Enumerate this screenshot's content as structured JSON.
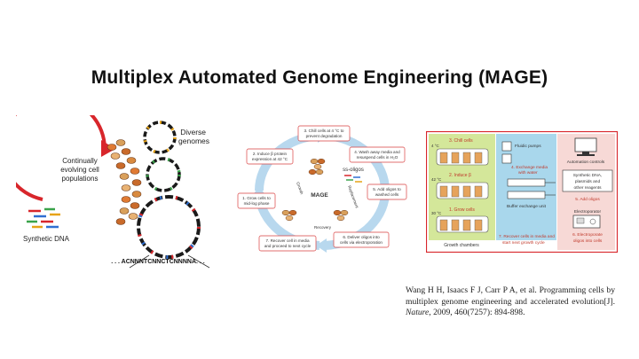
{
  "title": "Multiplex Automated Genome Engineering (MAGE)",
  "left": {
    "diverse_line1": "Diverse",
    "diverse_line2": "genomes",
    "pop_line1": "Continually",
    "pop_line2": "evolving cell",
    "pop_line3": "populations",
    "synthetic": "Synthetic DNA",
    "sequence": ". . . ACNNNTCNNCTCNNNNA. . ."
  },
  "mid": {
    "step1a": "1. Grow cells to",
    "step1b": "mid-log phase",
    "step2a": "2. Induce β protein",
    "step2b": "expression at 42 °C",
    "step3a": "3. Chill cells at 4 °C to",
    "step3b": "prevent degradation",
    "step4a": "4. Wash away media and",
    "step4b": "resuspend cells in H₂O",
    "step5a": "5. Add oligos to",
    "step5b": "washed cells",
    "step6a": "6. Deliver oligos into",
    "step6b": "cells via electroporation",
    "step7a": "7. Recover cell in media",
    "step7b": "and proceed to next cycle",
    "center": "MAGE",
    "ss_oligos": "ss-oligos",
    "growth": "Growth",
    "replacement": "Replacement",
    "recovery": "Recovery"
  },
  "right": {
    "chill": "3. Chill cells",
    "temp4": "4 °C",
    "induce": "2. Induce β",
    "temp42": "42 °C",
    "grow": "1. Grow cells",
    "temp30": "30 °C",
    "growth_chambers": "Growth chambers",
    "fluidic": "Fluidic pumps",
    "exchange_a": "4. Exchange media",
    "exchange_b": "with water",
    "buffer": "Buffer exchange unit",
    "recover_a": "7. Recover cells in media and",
    "recover_b": "start next growth cycle",
    "automation": "Automation controls",
    "synth_a": "Synthetic DNA,",
    "synth_b": "plasmids and",
    "synth_c": "other reagents",
    "add_oligos": "5. Add oligos",
    "electroporator": "Electroporator",
    "electro_a": "6. Electroporate",
    "electro_b": "oligos into cells"
  },
  "citation": {
    "part1": "Wang H H, Isaacs F J, Carr P A, et al. Programming cells by multiplex genome engineering and accelerated evolution[J]. ",
    "journal": "Nature",
    "part2": ", 2009, 460(7257): 894-898."
  },
  "colors": {
    "red_arrow": "#d8262b",
    "cycle_blue": "#b8d8ee",
    "step_border": "#d94040",
    "green_panel": "#d4e79a",
    "blue_panel": "#a9d7ec",
    "pink_panel": "#f7d9d6"
  }
}
